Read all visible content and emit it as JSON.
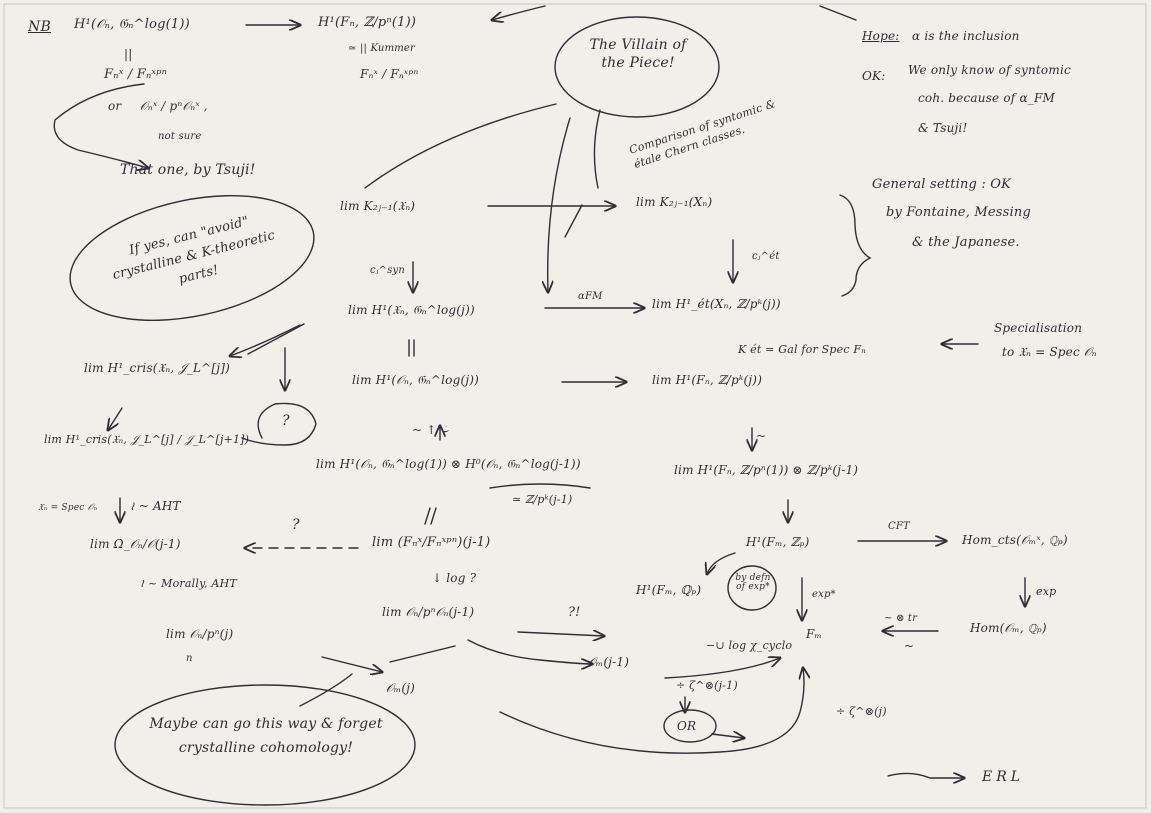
{
  "notes": {
    "nb_label": "NB",
    "nb_term": "H¹(𝒪ₙ, 𝔊ₙ^log(1))",
    "nb_target": "H¹(Fₙ, ℤ/pⁿ(1))",
    "kummer": "≃ || Kummer",
    "kummer_quotient": "Fₙˣ / Fₙˣᵖⁿ",
    "eq_mark": "||",
    "units_quot": "Fₙˣ / Fₙˣᵖⁿ",
    "or_word": "or",
    "units_alt": "𝒪ₙˣ / pⁿ𝒪ₙˣ ,",
    "not_sure": "not sure",
    "tsuji_note": "That one, by Tsuji!",
    "villain": "The Villain of the Piece!",
    "comparison": "Comparison of syntomic & étale Chern classes.",
    "hope_label": "Hope:",
    "hope_text": "α is the inclusion",
    "ok_label": "OK:",
    "ok_text_1": "We only know of syntomic",
    "ok_text_2": "coh. because of α_FM",
    "ok_text_3": "& Tsuji!",
    "general_1": "General setting : OK",
    "general_2": "by Fontaine, Messing",
    "general_3": "& the Japanese.",
    "avoid": "If yes, can \"avoid\" crystalline & K-theoretic parts!",
    "k_syn": "lim K₂ⱼ₋₁(𝔛ₙ)",
    "k_et": "lim K₂ⱼ₋₁(Xₙ)",
    "c_syn": "cⱼ^syn",
    "c_et": "cⱼ^ét",
    "h_syn": "lim H¹(𝔛ₙ, 𝔊ₙ^log(j))",
    "alpha_fm": "αFM",
    "h_et": "lim H¹_ét(Xₙ, ℤ/pᵏ(j))",
    "specialisation_1": "Specialisation",
    "specialisation_2": "to 𝔛ₙ = Spec 𝒪ₙ",
    "ket": "K ét = Gal for Spec Fₙ",
    "h_on": "lim H¹(𝒪ₙ, 𝔊ₙ^log(j))",
    "h_fn": "lim H¹(Fₙ, ℤ/pᵏ(j))",
    "h_cris": "lim H¹_cris(𝔛ₙ, 𝒥_L^[j])",
    "h_cris_quot": "lim H¹_cris(𝔛ₙ, 𝒥_L^[j] / 𝒥_L^[j+1])",
    "question": "?",
    "xn_spec": "𝔛ₙ = Spec 𝒪ₙ",
    "aht": "≀ ~ AHT",
    "omega": "lim Ω_𝒪ₙ/𝒪(j-1)",
    "morally": "≀ ~ Morally, AHT",
    "cup_arrow": "~ ↑ ⌣",
    "cup_product": "lim H¹(𝒪ₙ, 𝔊ₙ^log(1)) ⊗ H⁰(𝒪ₙ, 𝔊ₙ^log(j-1))",
    "cup_iso": "≃ ℤ/pᵏ(j-1)",
    "h_tensor": "lim H¹(Fₙ, ℤ/pⁿ(1)) ⊗ ℤ/pᵏ(j-1)",
    "units_twist": "lim (Fₙˣ/Fₙˣᵖⁿ)(j-1)",
    "dash_q": "?",
    "log_q": "↓ log ?",
    "o_twist": "lim 𝒪ₙ/pⁿ𝒪ₙ(j-1)",
    "dq_mark": "?!",
    "o_mod": "lim 𝒪ₙ/pⁿ(j)",
    "n_sub": "n",
    "o_m_jm1": "𝒪ₘ(j-1)",
    "o_m_j": "𝒪ₘ(j)",
    "h1_fm_zp": "H¹(Fₘ, ℤₚ)",
    "cft": "CFT",
    "hom_cts": "Hom_cts(𝒪ₘˣ, ℚₚ)",
    "exp": "exp",
    "hom_om": "Hom(𝒪ₘ, ℚₚ)",
    "h1_fm_qp": "H¹(Fₘ, ℚₚ)",
    "defn": "by defn of exp*",
    "exp_star": "exp*",
    "fm": "Fₘ",
    "tr": "~ ⊗ tr",
    "tilde": "~",
    "uvlog": "−∪ log χ_cyclo",
    "zeta_div": "÷ ζ^⊗(j-1)",
    "zeta_j": "÷ ζ^⊗(j)",
    "or_circle": "OR",
    "maybe": "Maybe can go this way & forget crystalline cohomology!",
    "erl": "ERL",
    "iso_small": "~"
  }
}
